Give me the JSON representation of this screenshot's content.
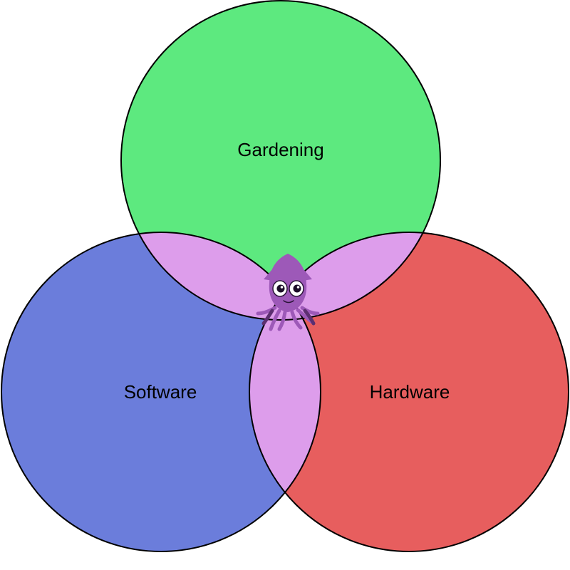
{
  "sets": {
    "top": {
      "label": "Gardening",
      "color": "#5de97f"
    },
    "left": {
      "label": "Software",
      "color": "#6b7ddb"
    },
    "right": {
      "label": "Hardware",
      "color": "#e75e5e"
    }
  },
  "overlap_color": "#dd9deb",
  "outline_color": "#000000",
  "mascot": {
    "icon": "squid-icon",
    "color": "#9d59b8"
  }
}
